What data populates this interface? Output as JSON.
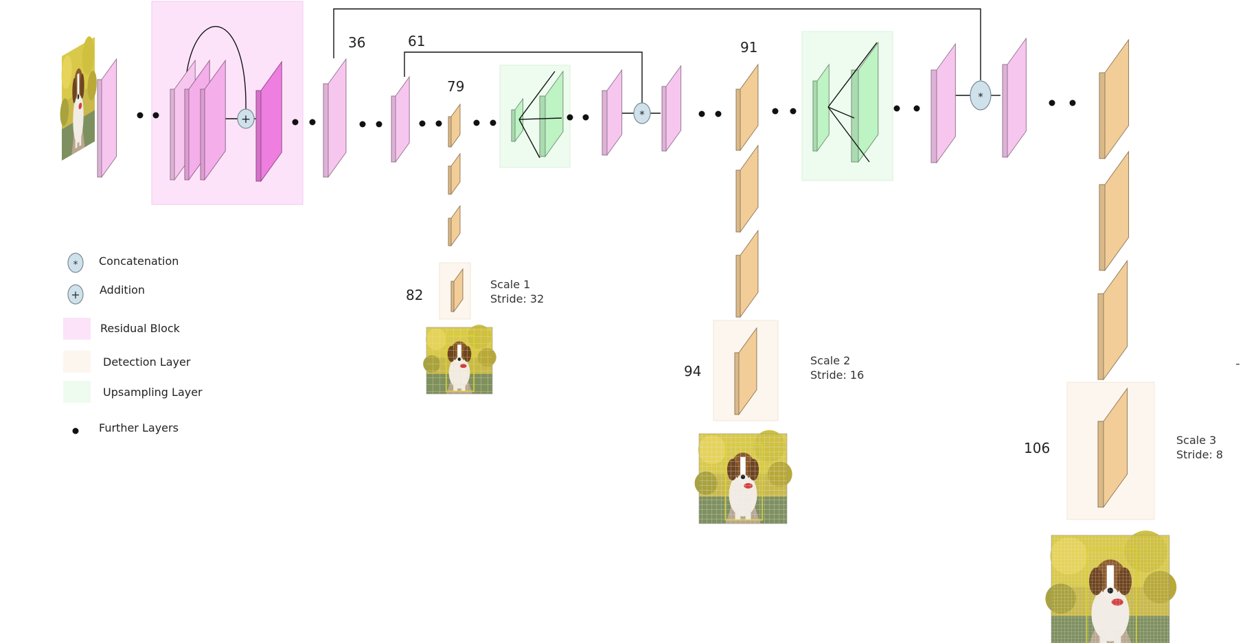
{
  "colors": {
    "residual": "#f7c6ef",
    "residual_dark": "#ee7ee0",
    "residual_bg": "#fce3f9",
    "detection": "#f2cd98",
    "detection_bg": "#fdf6ee",
    "upsample": "#bef3c4",
    "upsample_bg": "#eefbef",
    "op_circle": "#cfe2ec",
    "op_circle_stroke": "#7a8891",
    "line": "#111111",
    "grid_yellow": "#d8d23a"
  },
  "layer_numbers": {
    "n36": "36",
    "n61": "61",
    "n79": "79",
    "n82": "82",
    "n91": "91",
    "n94": "94",
    "n106": "106"
  },
  "scales": [
    {
      "title": "Scale 1",
      "stride": "Stride: 32"
    },
    {
      "title": "Scale 2",
      "stride": "Stride: 16"
    },
    {
      "title": "Scale 3",
      "stride": "Stride: 8"
    }
  ],
  "legend": {
    "concatenation": {
      "symbol": "*",
      "label": "Concatenation"
    },
    "addition": {
      "symbol": "+",
      "label": "Addition"
    },
    "residual_block": {
      "label": "Residual Block"
    },
    "detection_layer": {
      "label": "Detection Layer"
    },
    "upsampling_layer": {
      "label": "Upsampling Layer"
    },
    "further_layers": {
      "label": "Further Layers"
    }
  },
  "icons": {
    "input_image": "dog-photo-icon",
    "detection_output": "dog-grid-photo-icon"
  }
}
